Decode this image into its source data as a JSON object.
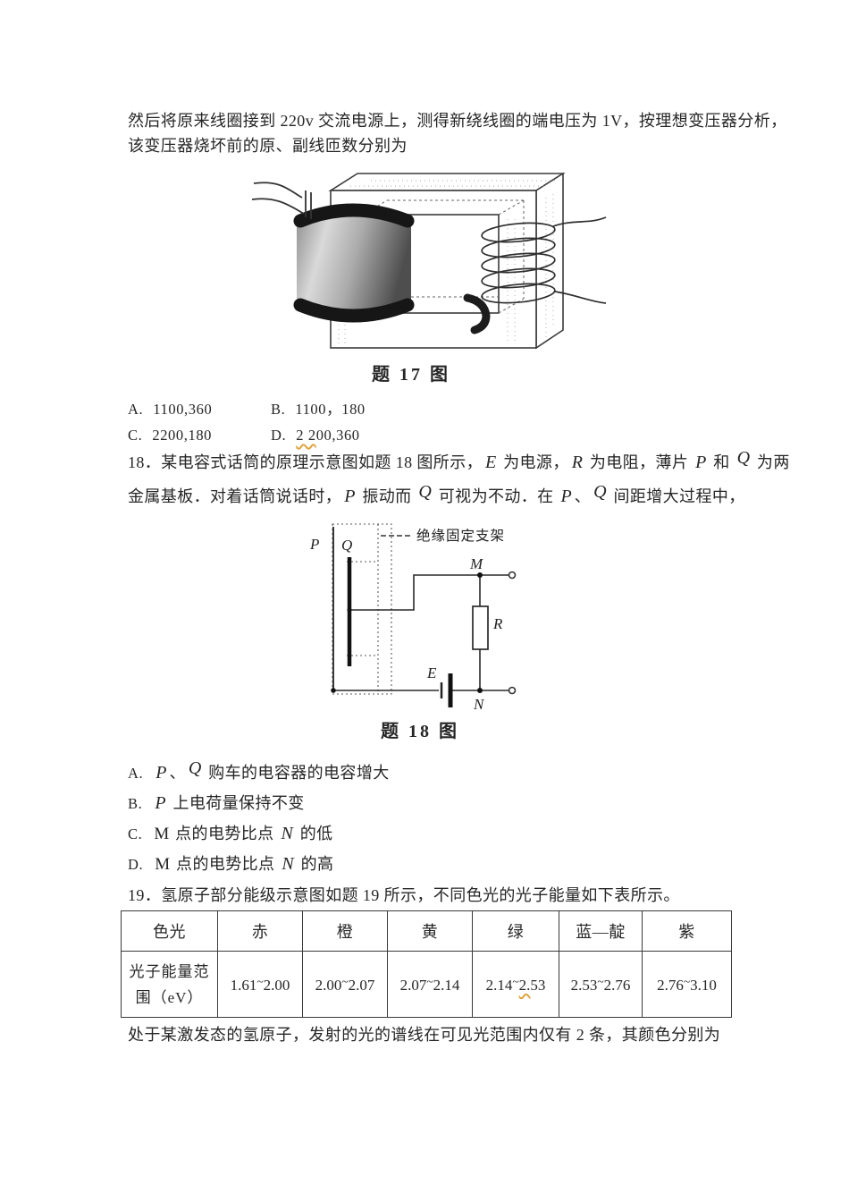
{
  "q17": {
    "intro_line1": "然后将原来线圈接到 220v 交流电源上，测得新绕线圈的端电压为 1V，按理想变压器分析，",
    "intro_line2": "该变压器烧坏前的原、副线匝数分别为",
    "figure_caption": "题 17 图",
    "options": [
      {
        "label": "A.",
        "rich": [
          {
            "t": "1100,360"
          }
        ]
      },
      {
        "label": "B.",
        "rich": [
          {
            "t": "1100，180"
          }
        ]
      },
      {
        "label": "C.",
        "rich": [
          {
            "t": "2200,180"
          }
        ]
      },
      {
        "label": "D.",
        "rich": [
          {
            "t": "2 2",
            "s": "squig"
          },
          {
            "t": "00,360"
          }
        ]
      }
    ]
  },
  "q18": {
    "line1": [
      {
        "t": "18．某电容式话筒的原理示意图如题 18 图所示，"
      },
      {
        "t": "E",
        "s": "var"
      },
      {
        "t": " 为电源，"
      },
      {
        "t": "R",
        "s": "var"
      },
      {
        "t": " 为电阻，薄片 "
      },
      {
        "t": "P",
        "s": "var"
      },
      {
        "t": " 和 "
      },
      {
        "t": "Q",
        "s": "varUp"
      },
      {
        "t": " 为两"
      }
    ],
    "line2": [
      {
        "t": "金属基板．对着话筒说话时，"
      },
      {
        "t": "P",
        "s": "var"
      },
      {
        "t": " 振动而 "
      },
      {
        "t": "Q",
        "s": "varUp"
      },
      {
        "t": " 可视为不动．在 "
      },
      {
        "t": "P",
        "s": "var"
      },
      {
        "t": "、"
      },
      {
        "t": "Q",
        "s": "varUp"
      },
      {
        "t": " 间距增大过程中，"
      }
    ],
    "figure": {
      "support_label": "绝缘固定支架",
      "label_p": "P",
      "label_q": "Q",
      "label_m": "M",
      "label_n": "N",
      "label_r": "R",
      "label_e": "E",
      "caption": "题 18 图"
    },
    "options": [
      {
        "label": "A.",
        "rich": [
          {
            "t": "P",
            "s": "var"
          },
          {
            "t": "、"
          },
          {
            "t": "Q",
            "s": "varUp"
          },
          {
            "t": " 购车的电容器的电容增大"
          }
        ]
      },
      {
        "label": "B.",
        "rich": [
          {
            "t": "P",
            "s": "var"
          },
          {
            "t": " 上电荷量保持不变"
          }
        ]
      },
      {
        "label": "C.",
        "rich": [
          {
            "t": "M",
            "s": "rom"
          },
          {
            "t": " 点的电势比点 "
          },
          {
            "t": "N",
            "s": "var"
          },
          {
            "t": " 的低"
          }
        ]
      },
      {
        "label": "D.",
        "rich": [
          {
            "t": "M",
            "s": "rom"
          },
          {
            "t": " 点的电势比点 "
          },
          {
            "t": "N",
            "s": "var"
          },
          {
            "t": " 的高"
          }
        ]
      }
    ]
  },
  "q19": {
    "intro": "19．氢原子部分能级示意图如题 19 所示，不同色光的光子能量如下表所示。",
    "closing": "处于某激发态的氢原子，发射的光的谱线在可见光范围内仅有 2 条，其颜色分别为"
  },
  "table": {
    "headers": [
      "色光",
      "赤",
      "橙",
      "黄",
      "绿",
      "蓝—靛",
      "紫"
    ],
    "row_label_line1": "光子能量范",
    "row_label_line2": "围（eV）",
    "values": [
      [
        {
          "t": "1.61"
        },
        {
          "t": "~",
          "s": "sup"
        },
        {
          "t": "2.00"
        }
      ],
      [
        {
          "t": "2.00"
        },
        {
          "t": "~",
          "s": "sup"
        },
        {
          "t": "2.07"
        }
      ],
      [
        {
          "t": "2.07"
        },
        {
          "t": "~",
          "s": "sup"
        },
        {
          "t": "2.14"
        }
      ],
      [
        {
          "t": "2.14"
        },
        {
          "t": "~",
          "s": "sup"
        },
        {
          "t": "2.",
          "s": "squig"
        },
        {
          "t": "53"
        }
      ],
      [
        {
          "t": "2.53"
        },
        {
          "t": "~",
          "s": "sup"
        },
        {
          "t": "2.76"
        }
      ],
      [
        {
          "t": "2.76"
        },
        {
          "t": "~",
          "s": "sup"
        },
        {
          "t": "3.10"
        }
      ]
    ]
  },
  "colors": {
    "ink": "#262626",
    "line": "#3a3a3a",
    "squiggle": "#dda43e"
  }
}
